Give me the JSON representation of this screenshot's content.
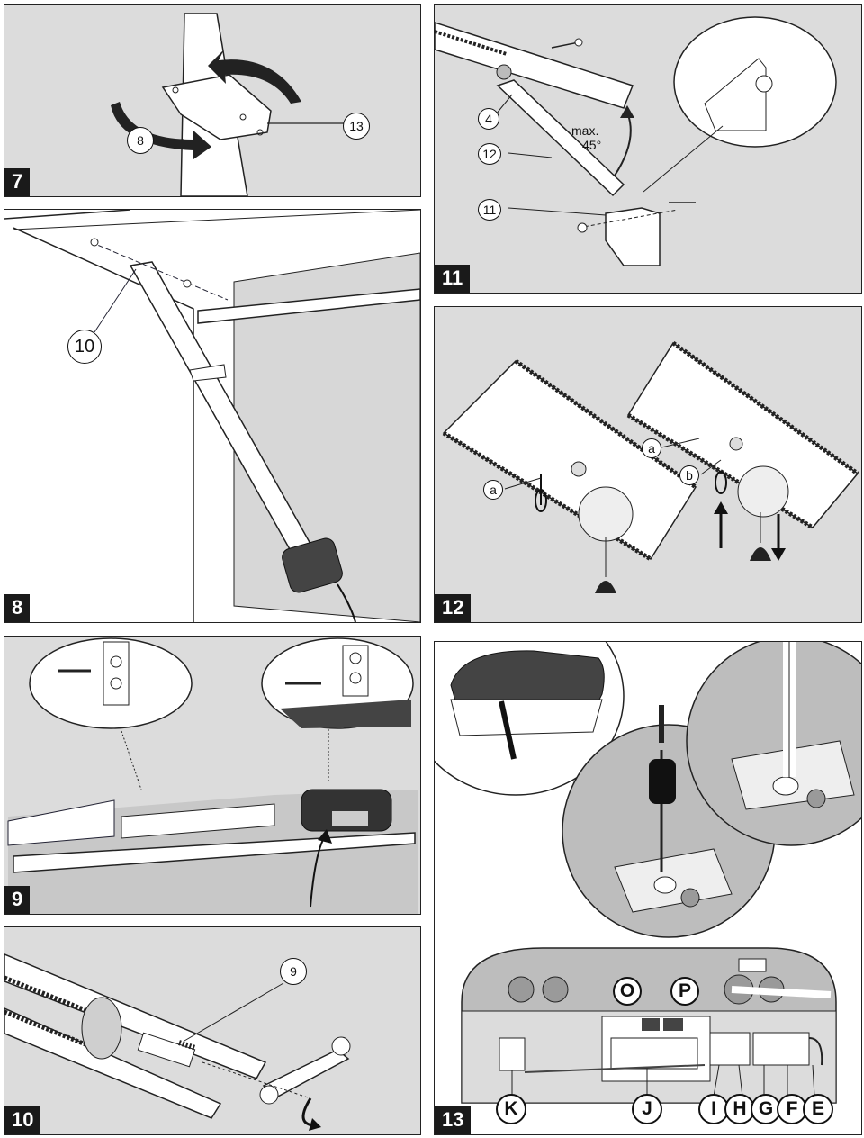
{
  "panels": [
    {
      "step": "7",
      "labels": [
        "8",
        "13"
      ]
    },
    {
      "step": "8",
      "labels": [
        "10"
      ]
    },
    {
      "step": "9",
      "labels": []
    },
    {
      "step": "10",
      "labels": [
        "9"
      ]
    },
    {
      "step": "11",
      "labels": [
        "4",
        "12",
        "11"
      ],
      "angle_text": [
        "max.",
        "45°"
      ]
    },
    {
      "step": "12",
      "labels": [
        "a",
        "a",
        "b"
      ]
    },
    {
      "step": "13",
      "labels": [
        "O",
        "P",
        "K",
        "J",
        "I",
        "H",
        "G",
        "F",
        "E"
      ]
    }
  ]
}
